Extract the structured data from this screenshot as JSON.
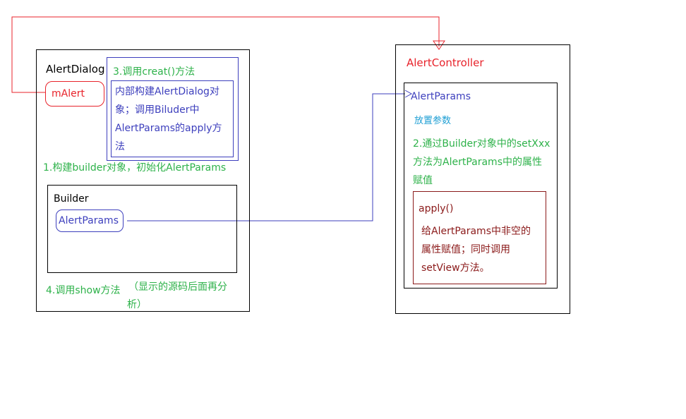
{
  "colors": {
    "red": "#e8232b",
    "green": "#2eb24a",
    "blue": "#3d3fbd",
    "dark_red": "#8b1a1a",
    "cyan": "#1f9fd4",
    "black": "#000000"
  },
  "alert_dialog": {
    "title": "AlertDialog",
    "m_alert": "mAlert",
    "step3_title": "3.调用creat()方法",
    "step3_body": [
      "内部构建AlertDialog对",
      "象；调用Biluder中",
      "AlertParams的apply方",
      "法"
    ],
    "step1": "1.构建builder对象，初始化AlertParams",
    "builder": {
      "title": "Builder",
      "params": "AlertParams"
    },
    "step4_main": "4.调用show方法",
    "step4_note_line1": "（显示的源码后面再分",
    "step4_note_line2": "析）"
  },
  "alert_controller": {
    "title": "AlertController",
    "params_title": "AlertParams",
    "params_note": "放置参数",
    "step2": [
      "2.通过Builder对象中的setXxx",
      "方法为AlertParams中的属性",
      "赋值"
    ],
    "apply": {
      "title": "apply()",
      "body": [
        "给AlertParams中非空的",
        "属性赋值；同时调用",
        "setView方法。"
      ]
    }
  }
}
